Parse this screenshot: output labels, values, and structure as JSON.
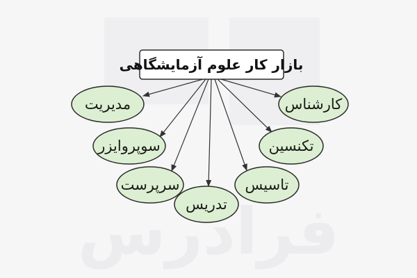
{
  "diagram": {
    "root": {
      "label": "بازار کار علوم آزمایشگاهی"
    },
    "branches": [
      {
        "id": "management",
        "label": "مدیریت"
      },
      {
        "id": "supervisor",
        "label": "سوپروایزر"
      },
      {
        "id": "head-nurse",
        "label": "سرپرست"
      },
      {
        "id": "teaching",
        "label": "تدریس"
      },
      {
        "id": "founding",
        "label": "تاسیس"
      },
      {
        "id": "technician",
        "label": "تکنسین"
      },
      {
        "id": "expert",
        "label": "کارشناس"
      }
    ]
  },
  "watermark": {
    "text": "فرادرس"
  },
  "colors": {
    "node_fill": "#dcefd2",
    "node_stroke": "#2b2b2b",
    "root_fill": "#ffffff",
    "root_stroke": "#2b2b2b",
    "edge": "#333333",
    "background": "#f6f6f7",
    "watermark": "#ececef"
  }
}
